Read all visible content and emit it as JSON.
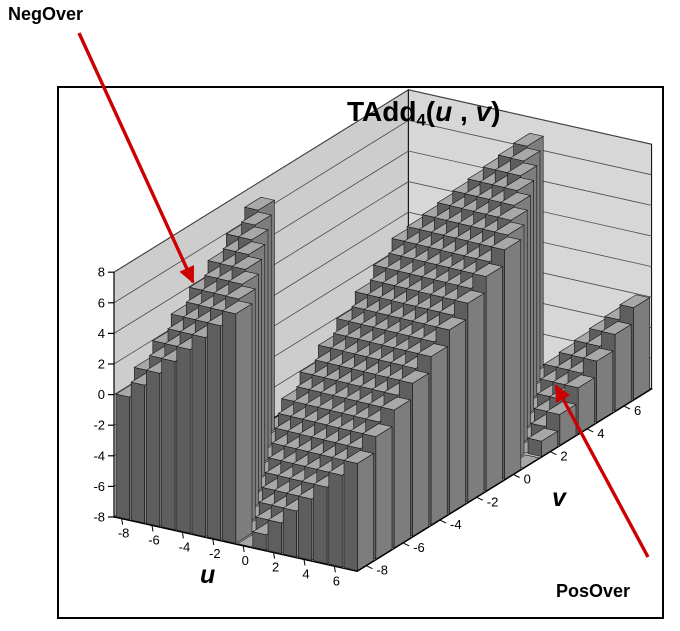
{
  "labels": {
    "negover": "NegOver",
    "posover": "PosOver",
    "axis_u": "u",
    "axis_v": "v"
  },
  "title_parts": {
    "name": "TAdd",
    "sub": "4",
    "open": "(",
    "arg1": "u",
    "comma": " , ",
    "arg2": "v",
    "close": ")"
  },
  "colors": {
    "bar_front": "#5e5e5e",
    "bar_side": "#7d7d7d",
    "bar_top": "#a8a8a8",
    "bar_outline": "#141414",
    "wall_left": "#cdcdcd",
    "wall_back": "#d7d7d7",
    "floor": "#c2c2c2",
    "gridline": "#4a4a4a",
    "axis": "#000000",
    "arrow": "#cc0000",
    "border": "#000000"
  },
  "chart_data": {
    "type": "bar",
    "subtype": "3d-column-surface",
    "title": "TAdd4(u , v)",
    "xlabel": "u",
    "ylabel": "v",
    "zlim": [
      -8,
      8
    ],
    "z_ticks": [
      8,
      6,
      4,
      2,
      0,
      -2,
      -4,
      -6,
      -8
    ],
    "u_tick_labels": [
      -8,
      -6,
      -4,
      -2,
      0,
      2,
      4,
      6
    ],
    "v_tick_labels": [
      -8,
      -6,
      -4,
      -2,
      0,
      2,
      4,
      6
    ],
    "u_values": [
      -8,
      -7,
      -6,
      -5,
      -4,
      -3,
      -2,
      -1,
      0,
      1,
      2,
      3,
      4,
      5,
      6,
      7
    ],
    "v_values": [
      -8,
      -7,
      -6,
      -5,
      -4,
      -3,
      -2,
      -1,
      0,
      1,
      2,
      3,
      4,
      5,
      6,
      7
    ],
    "matrix_order": "rows indexed by u from -8 to 7; columns indexed by v from -8 to 7",
    "z_matrix": [
      [
        0,
        1,
        2,
        3,
        4,
        5,
        6,
        7,
        -8,
        -7,
        -6,
        -5,
        -4,
        -3,
        -2,
        -1
      ],
      [
        1,
        2,
        3,
        4,
        5,
        6,
        7,
        -8,
        -7,
        -6,
        -5,
        -4,
        -3,
        -2,
        -1,
        0
      ],
      [
        2,
        3,
        4,
        5,
        6,
        7,
        -8,
        -7,
        -6,
        -5,
        -4,
        -3,
        -2,
        -1,
        0,
        1
      ],
      [
        3,
        4,
        5,
        6,
        7,
        -8,
        -7,
        -6,
        -5,
        -4,
        -3,
        -2,
        -1,
        0,
        1,
        2
      ],
      [
        4,
        5,
        6,
        7,
        -8,
        -7,
        -6,
        -5,
        -4,
        -3,
        -2,
        -1,
        0,
        1,
        2,
        3
      ],
      [
        5,
        6,
        7,
        -8,
        -7,
        -6,
        -5,
        -4,
        -3,
        -2,
        -1,
        0,
        1,
        2,
        3,
        4
      ],
      [
        6,
        7,
        -8,
        -7,
        -6,
        -5,
        -4,
        -3,
        -2,
        -1,
        0,
        1,
        2,
        3,
        4,
        5
      ],
      [
        7,
        -8,
        -7,
        -6,
        -5,
        -4,
        -3,
        -2,
        -1,
        0,
        1,
        2,
        3,
        4,
        5,
        6
      ],
      [
        -8,
        -7,
        -6,
        -5,
        -4,
        -3,
        -2,
        -1,
        0,
        1,
        2,
        3,
        4,
        5,
        6,
        7
      ],
      [
        -7,
        -6,
        -5,
        -4,
        -3,
        -2,
        -1,
        0,
        1,
        2,
        3,
        4,
        5,
        6,
        7,
        -8
      ],
      [
        -6,
        -5,
        -4,
        -3,
        -2,
        -1,
        0,
        1,
        2,
        3,
        4,
        5,
        6,
        7,
        -8,
        -7
      ],
      [
        -5,
        -4,
        -3,
        -2,
        -1,
        0,
        1,
        2,
        3,
        4,
        5,
        6,
        7,
        -8,
        -7,
        -6
      ],
      [
        -4,
        -3,
        -2,
        -1,
        0,
        1,
        2,
        3,
        4,
        5,
        6,
        7,
        -8,
        -7,
        -6,
        -5
      ],
      [
        -3,
        -2,
        -1,
        0,
        1,
        2,
        3,
        4,
        5,
        6,
        7,
        -8,
        -7,
        -6,
        -5,
        -4
      ],
      [
        -2,
        -1,
        0,
        1,
        2,
        3,
        4,
        5,
        6,
        7,
        -8,
        -7,
        -6,
        -5,
        -4,
        -3
      ],
      [
        -1,
        0,
        1,
        2,
        3,
        4,
        5,
        6,
        7,
        -8,
        -7,
        -6,
        -5,
        -4,
        -3,
        -2
      ]
    ],
    "annotations": [
      "NegOver",
      "PosOver"
    ],
    "grid": "horizontal gridlines on back walls every 2 units",
    "legend": "none"
  }
}
